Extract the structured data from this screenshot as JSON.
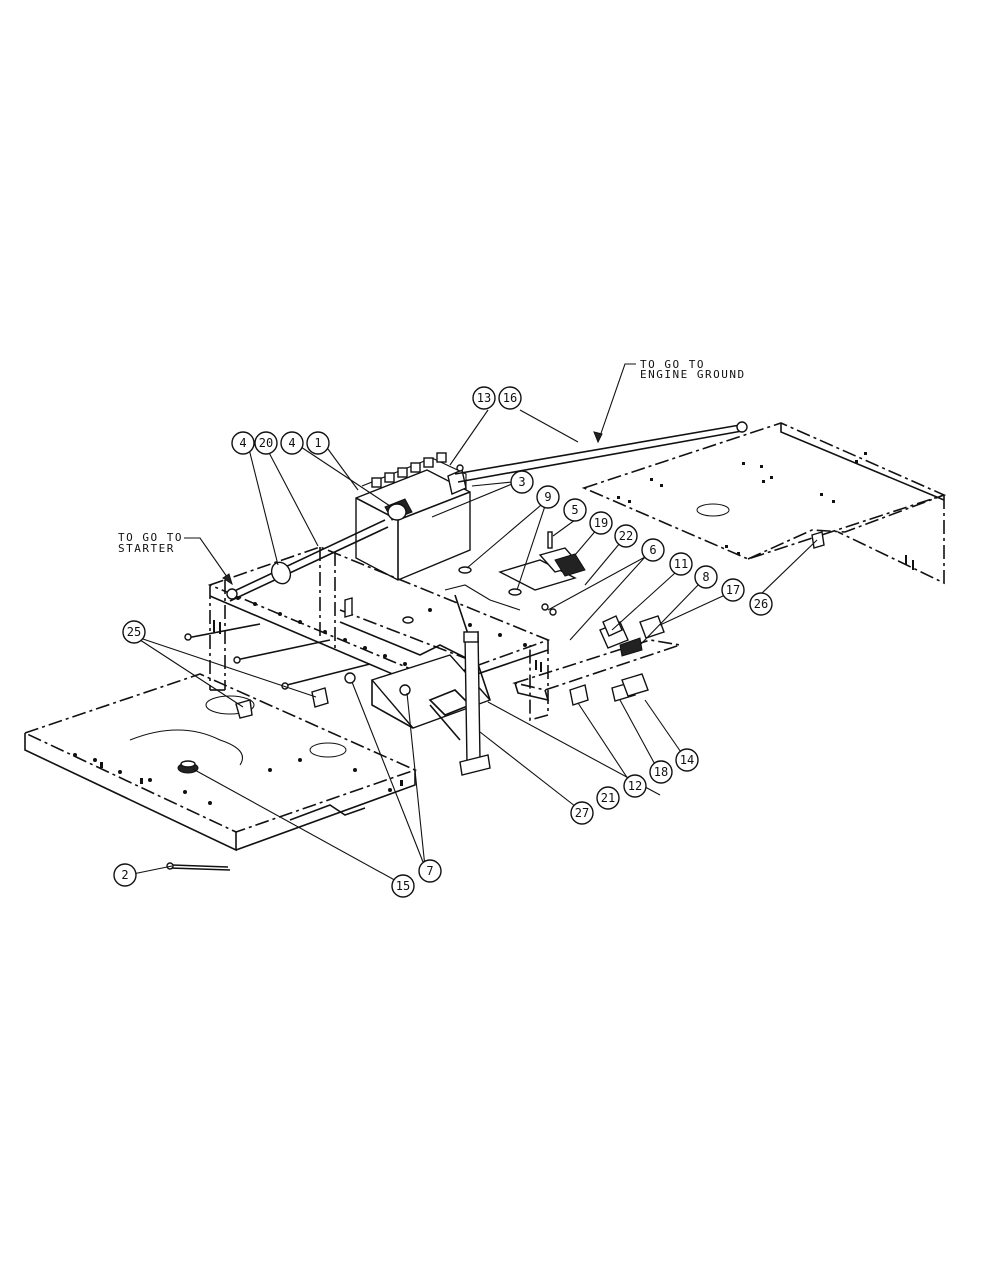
{
  "notes": {
    "engine_ground_line1": "TO GO TO",
    "engine_ground_line2": "ENGINE GROUND",
    "starter_line1": "TO GO TO",
    "starter_line2": "STARTER"
  },
  "callouts": [
    "13",
    "16",
    "4",
    "20",
    "4",
    "1",
    "3",
    "9",
    "5",
    "19",
    "22",
    "6",
    "11",
    "8",
    "17",
    "26",
    "25",
    "7",
    "15",
    "2",
    "27",
    "21",
    "12",
    "18",
    "14"
  ]
}
